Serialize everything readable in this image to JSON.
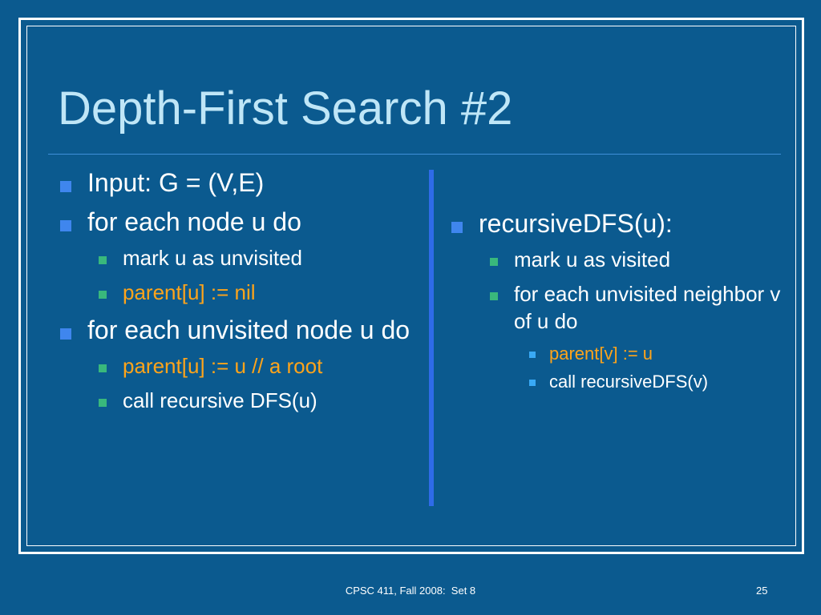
{
  "slide": {
    "title": "Depth-First Search #2",
    "footer": "CPSC 411, Fall 2008:  Set 8",
    "page_number": "25"
  },
  "left_column": {
    "input": "Input:  G = (V,E)",
    "loop1": "for each node u do",
    "loop1_mark": "mark u as unvisited",
    "loop1_parent": "parent[u] := nil",
    "loop2": "for each unvisited node u do",
    "loop2_parent": "parent[u] := u  // a root",
    "loop2_call": "call recursive DFS(u)"
  },
  "right_column": {
    "func": "recursiveDFS(u):",
    "mark": "mark u as visited",
    "loop": "for each unvisited neighbor v of u do",
    "parent": "parent[v] := u",
    "call": "call recursiveDFS(v)"
  },
  "colors": {
    "background": "#0b5a8f",
    "title": "#bfe6f7",
    "highlight": "#ffa41a",
    "bullet_level1": "#3f86ee",
    "bullet_level2": "#39b87c",
    "bullet_level3": "#39a9f5",
    "divider": "#2f6be8"
  }
}
